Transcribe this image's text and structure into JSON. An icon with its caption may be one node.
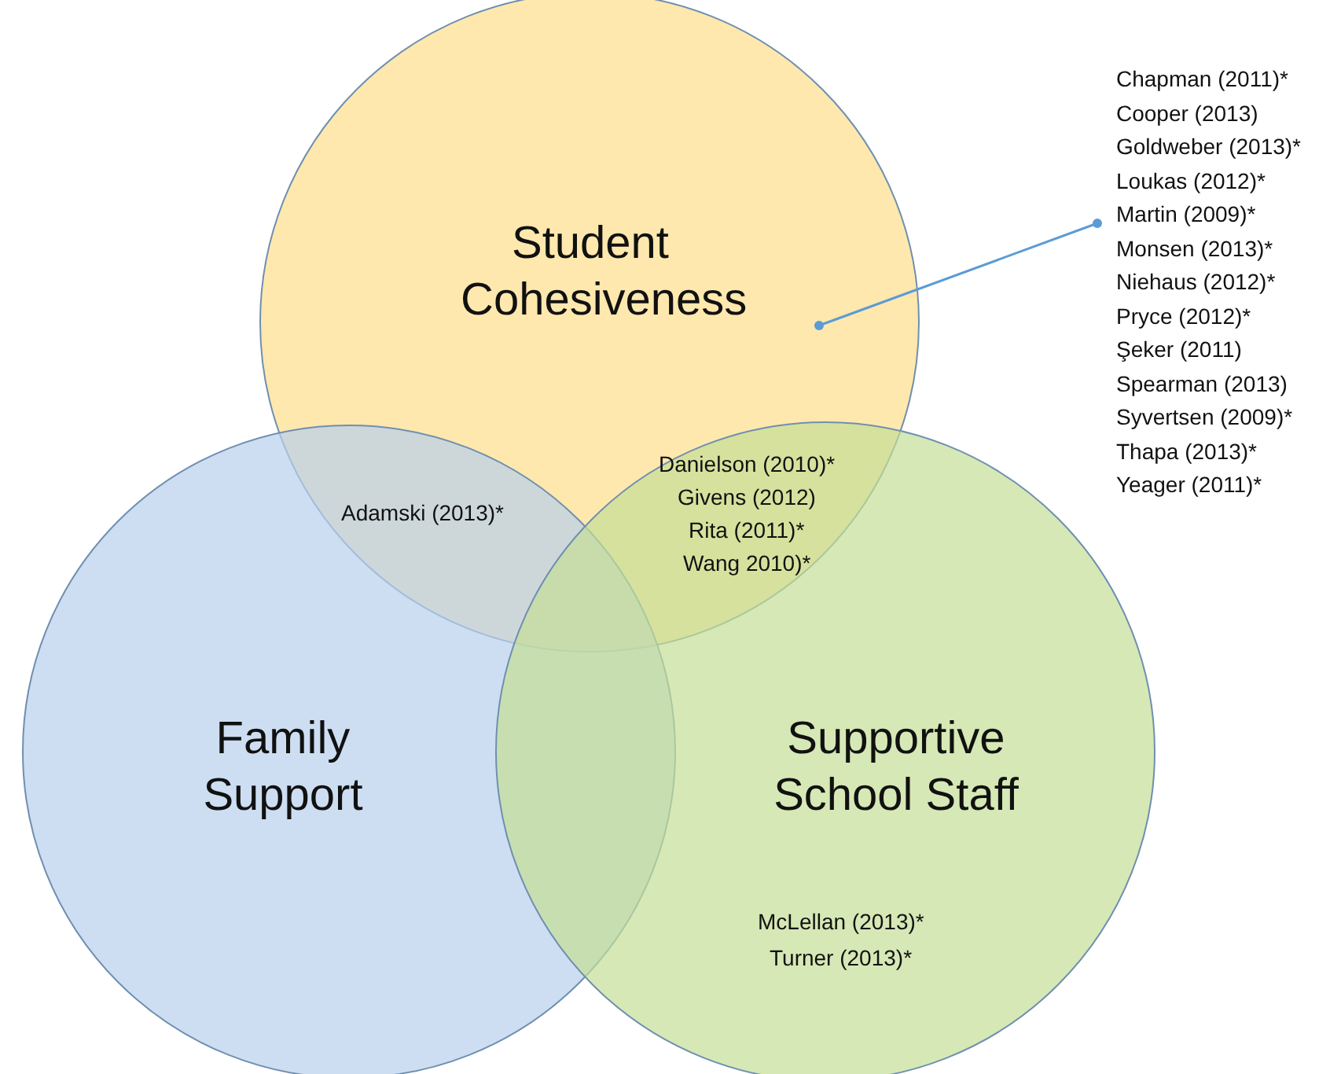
{
  "diagram": {
    "nodes": [
      {
        "text": [
          "Student Cohesiveness"
        ]
      },
      {
        "text": [
          "Family Support"
        ]
      },
      {
        "text": [
          "Supportive School Staff"
        ]
      },
      {
        "text": [
          "Chapman (2011)*",
          "Cooper (2013)",
          "Goldweber (2013)*",
          "Loukas (2012)*",
          "Martin (2009)*",
          "Monsen (2013)*",
          "Niehaus (2012)*",
          "Pryce (2012)*",
          "Şeker (2011)",
          "Spearman (2013)",
          "Syvertsen (2009)*",
          "Thapa (2013)*",
          "Yeager (2011)*"
        ]
      }
    ],
    "edges": [
      {
        "from": 3,
        "to": 0,
        "arrow": "other"
      }
    ],
    "labels": [
      "Adamski (2013)*",
      "Danielson (2010)*",
      "Givens (2012)",
      "Rita (2011)*",
      "Wang 2010)*",
      "McLellan (2013)*",
      "Turner (2013)*"
    ]
  }
}
